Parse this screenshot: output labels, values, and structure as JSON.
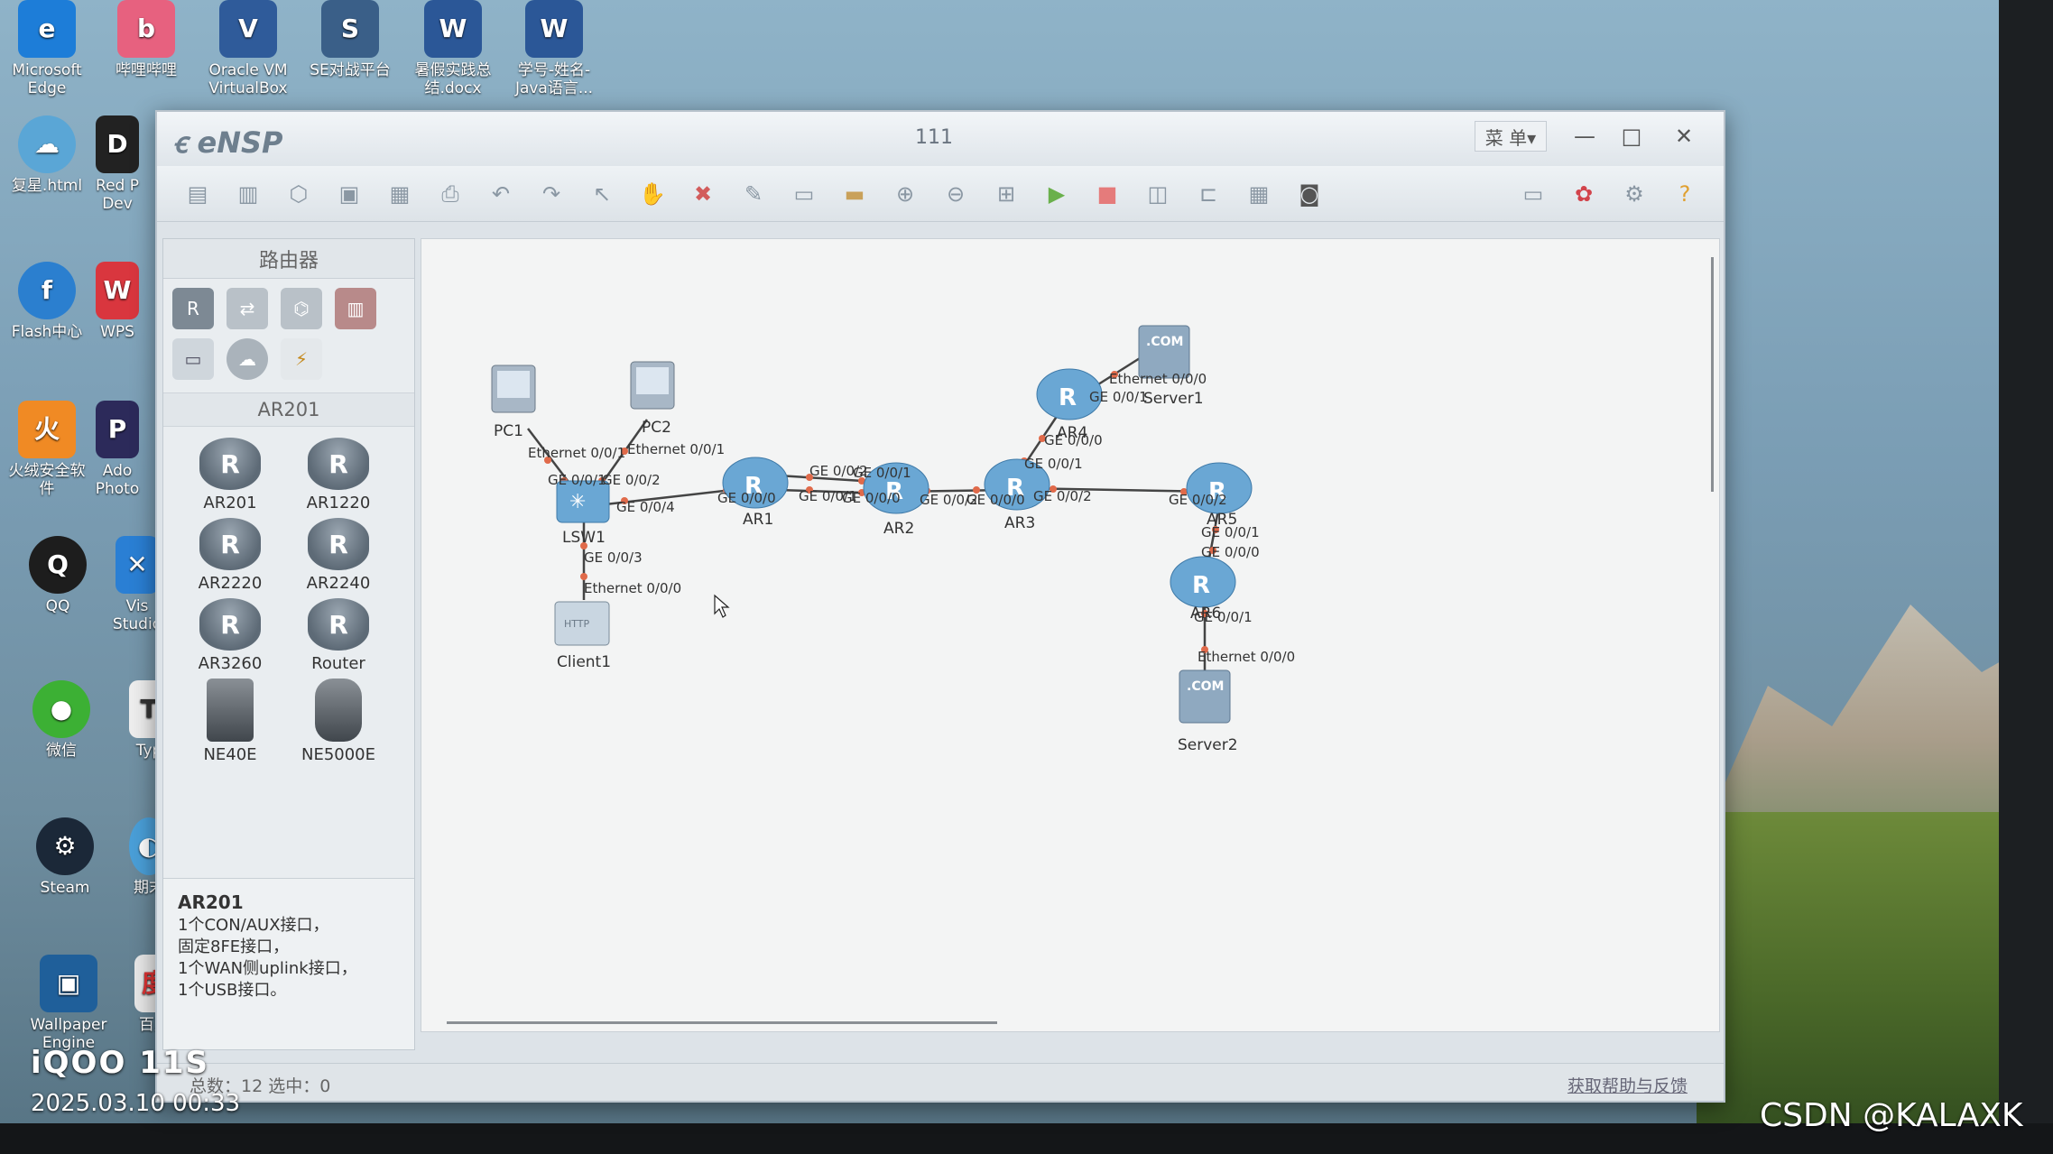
{
  "desktop": {
    "icons": [
      {
        "label": "Microsoft Edge"
      },
      {
        "label": "哔哩哔哩"
      },
      {
        "label": "Oracle VM VirtualBox"
      },
      {
        "label": "SE对战平台"
      },
      {
        "label": "暑假实践总结.docx"
      },
      {
        "label": "学号-姓名-Java语言..."
      },
      {
        "label": "复星.html"
      },
      {
        "label": "Red P Dev"
      },
      {
        "label": "Flash中心"
      },
      {
        "label": "WPS"
      },
      {
        "label": "火绒安全软件"
      },
      {
        "label": "Ado Photo"
      },
      {
        "label": "QQ"
      },
      {
        "label": "Vis Studio"
      },
      {
        "label": "微信"
      },
      {
        "label": "Typ"
      },
      {
        "label": "Steam"
      },
      {
        "label": "期末"
      },
      {
        "label": "Wallpaper Engine"
      },
      {
        "label": "百度"
      }
    ]
  },
  "window": {
    "app_name": "eNSP",
    "title": "111",
    "menu_label": "菜 单▾",
    "minimize": "—",
    "maximize": "□",
    "close": "✕"
  },
  "toolbar": {
    "icons": [
      "new-topology-icon",
      "new-blank-icon",
      "open-icon",
      "save-icon",
      "save-as-icon",
      "print-icon",
      "undo-icon",
      "redo-icon",
      "select-icon",
      "pan-icon",
      "delete-icon",
      "delete-link-icon",
      "text-icon",
      "rectangle-icon",
      "zoom-in-icon",
      "zoom-out-icon",
      "fit-icon",
      "start-icon",
      "stop-icon",
      "capture-icon",
      "topology-icon",
      "grid-icon",
      "screenshot-icon"
    ],
    "right_icons": [
      "chat-icon",
      "huawei-icon",
      "settings-icon",
      "help-icon"
    ]
  },
  "panel": {
    "title": "路由器",
    "subtitle": "AR201",
    "devices": [
      {
        "name": "AR201",
        "kind": "router"
      },
      {
        "name": "AR1220",
        "kind": "router"
      },
      {
        "name": "AR2220",
        "kind": "router"
      },
      {
        "name": "AR2240",
        "kind": "router"
      },
      {
        "name": "AR3260",
        "kind": "router"
      },
      {
        "name": "Router",
        "kind": "router"
      },
      {
        "name": "NE40E",
        "kind": "chassis"
      },
      {
        "name": "NE5000E",
        "kind": "chassis"
      }
    ],
    "desc_title": "AR201",
    "desc_lines": [
      "1个CON/AUX接口，",
      "固定8FE接口，",
      "1个WAN侧uplink接口，",
      "1个USB接口。"
    ]
  },
  "topology": {
    "nodes": [
      {
        "id": "PC1",
        "label": "PC1",
        "type": "pc"
      },
      {
        "id": "PC2",
        "label": "PC2",
        "type": "pc"
      },
      {
        "id": "LSW1",
        "label": "LSW1",
        "type": "switch"
      },
      {
        "id": "Client1",
        "label": "Client1",
        "type": "client"
      },
      {
        "id": "AR1",
        "label": "AR1",
        "type": "router"
      },
      {
        "id": "AR2",
        "label": "AR2",
        "type": "router"
      },
      {
        "id": "AR3",
        "label": "AR3",
        "type": "router"
      },
      {
        "id": "AR4",
        "label": "AR4",
        "type": "router"
      },
      {
        "id": "AR5",
        "label": "AR5",
        "type": "router"
      },
      {
        "id": "AR6",
        "label": "AR6",
        "type": "router"
      },
      {
        "id": "Server1",
        "label": "Server1",
        "type": "server"
      },
      {
        "id": "Server2",
        "label": "Server2",
        "type": "server"
      }
    ],
    "port_labels": {
      "pc1_eth": "Ethernet 0/0/1",
      "pc2_eth": "Ethernet 0/0/1",
      "lsw_ge1": "GE 0/0/1",
      "lsw_ge2": "GE 0/0/2",
      "lsw_ge4": "GE 0/0/4",
      "lsw_ge3": "GE 0/0/3",
      "client_eth": "Ethernet 0/0/0",
      "ar1_ge0": "GE 0/0/0",
      "ar1_ge2": "GE 0/0/2",
      "ar1_ge1": "GE 0/0/1",
      "ar2_ge1": "GE 0/0/1",
      "ar2_ge0": "GE 0/0/0",
      "ar2_ge2": "GE 0/0/2",
      "ar3_ge0": "GE 0/0/0",
      "ar3_ge1": "GE 0/0/1",
      "ar3_ge2": "GE 0/0/2",
      "ar4_ge0": "GE 0/0/0",
      "ar4_ge1": "GE 0/0/1",
      "server1_eth": "Ethernet 0/0/0",
      "ar5_ge2": "GE 0/0/2",
      "ar5_ge1": "GE 0/0/1",
      "ar6_ge0": "GE 0/0/0",
      "ar6_ge1": "GE 0/0/1",
      "server2_eth": "Ethernet 0/0/0"
    }
  },
  "status": {
    "left": "总数：12 选中：0",
    "right": "获取帮助与反馈"
  },
  "watermarks": {
    "device": "iQOO 11S",
    "datetime": "2025.03.10 00:33",
    "credit": "CSDN @KALAXK"
  }
}
